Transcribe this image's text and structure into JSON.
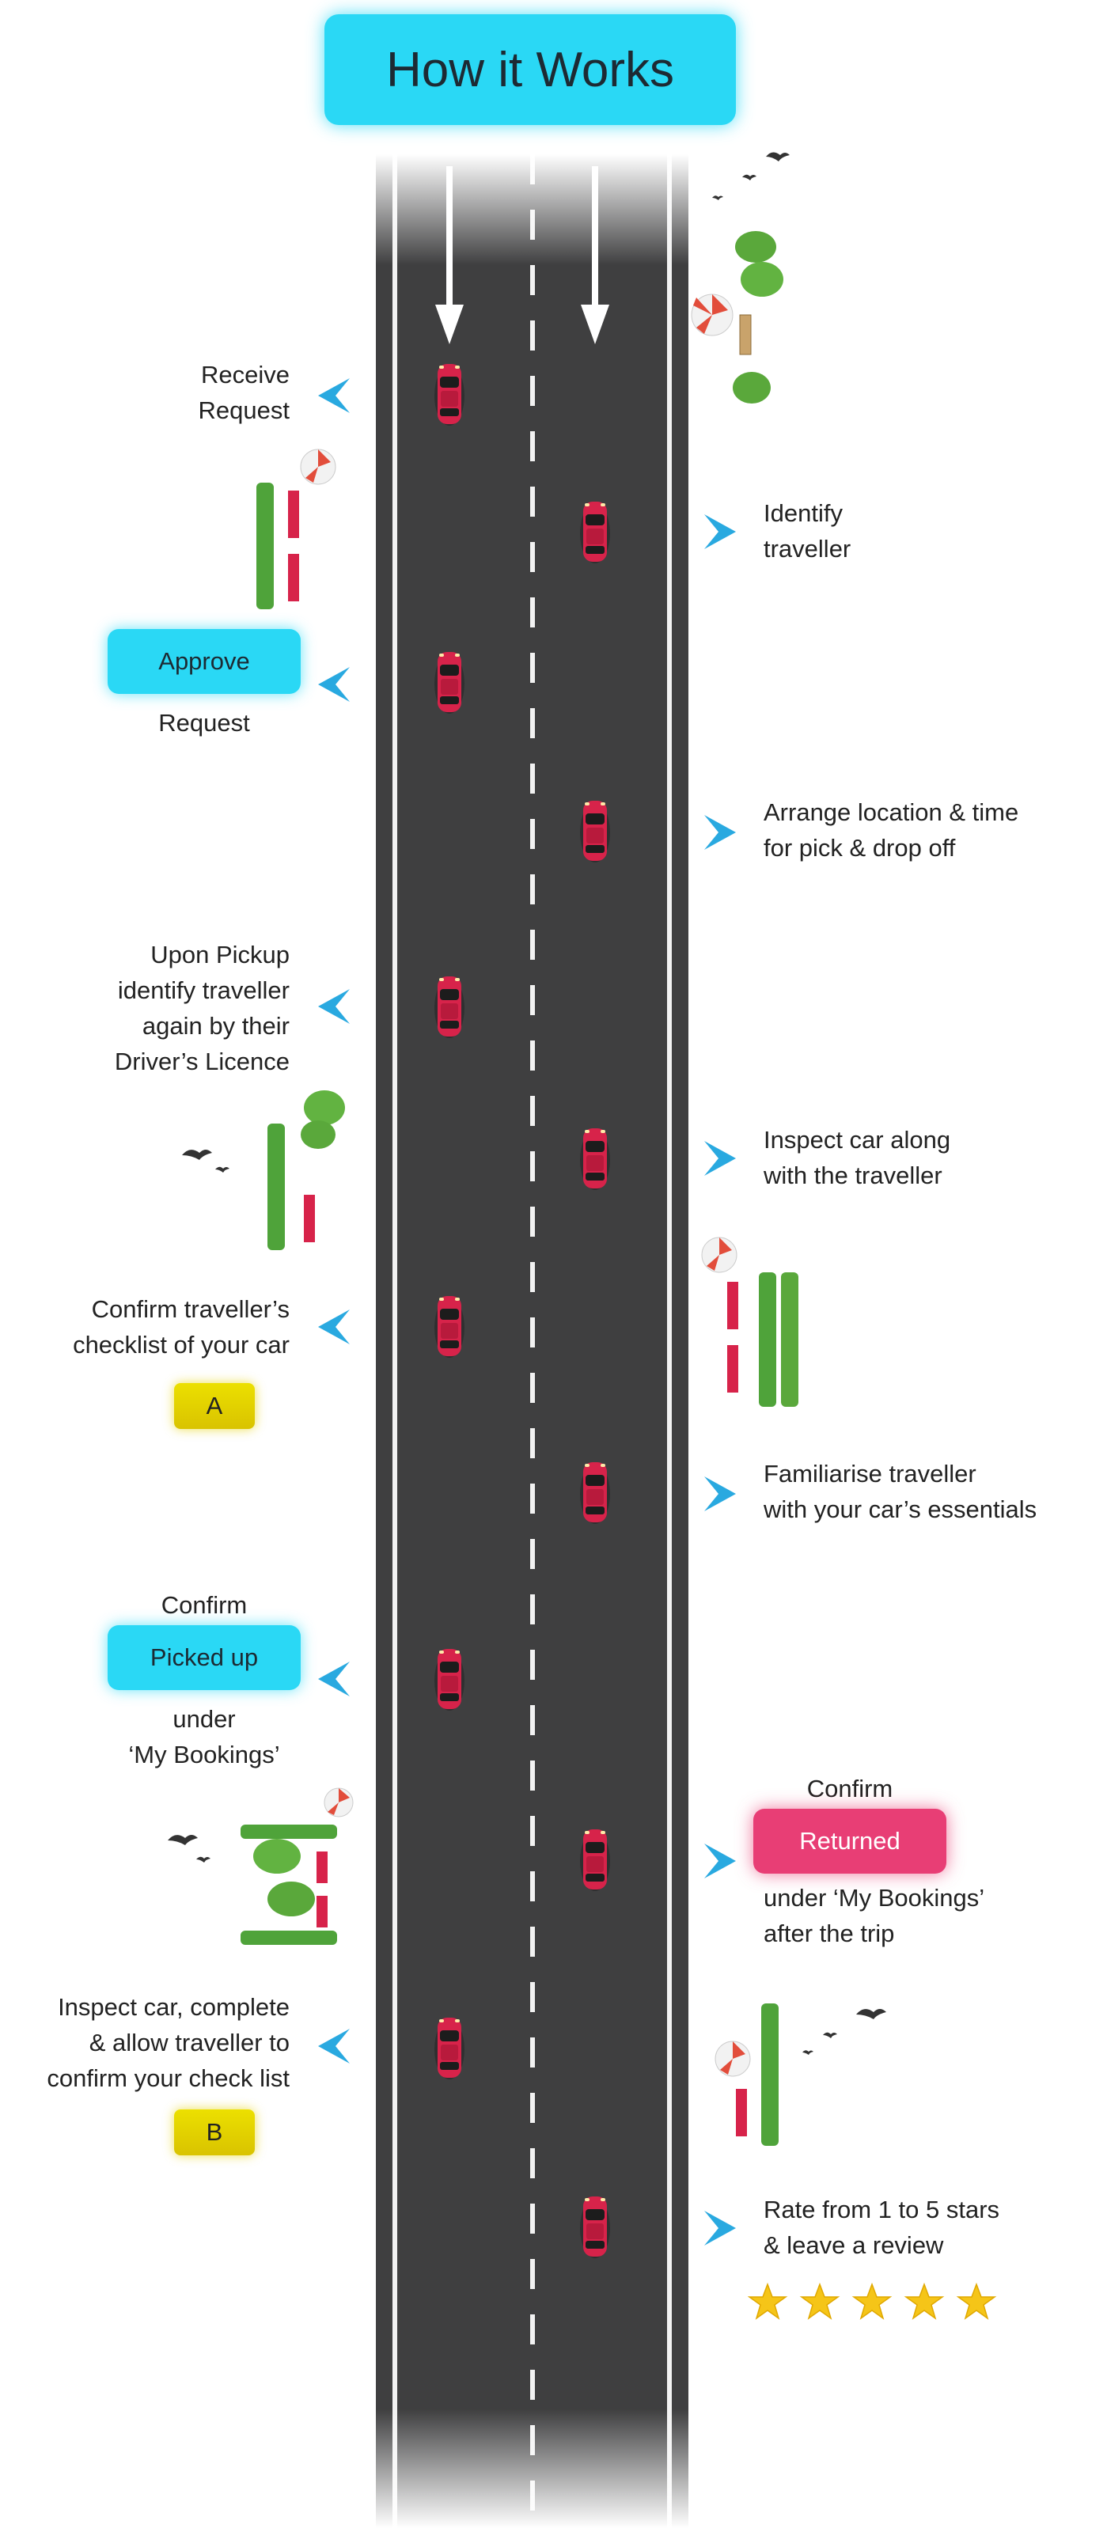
{
  "title": "How it Works",
  "steps": {
    "receive": "Receive\nRequest",
    "identify": "Identify\ntraveller",
    "approve_pill": "Approve",
    "approve_sub": "Request",
    "arrange": "Arrange location & time\nfor pick & drop off",
    "pickup": "Upon Pickup\nidentify traveller\nagain by their\nDriver’s Licence",
    "inspect": "Inspect car along\nwith the traveller",
    "confirm_checklist": "Confirm traveller’s\nchecklist of your car",
    "badge_a": "A",
    "familiarise": "Familiarise traveller\nwith your car’s essentials",
    "confirm_picked_top": "Confirm",
    "picked_pill": "Picked up",
    "picked_sub": "under\n‘My Bookings’",
    "confirm_returned_top": "Confirm",
    "returned_pill": "Returned",
    "returned_sub": "under ‘My Bookings’\nafter the trip",
    "inspect_complete": "Inspect car, complete\n& allow traveller to\nconfirm your check list",
    "badge_b": "B",
    "rate": "Rate from 1 to 5 stars\n& leave a review"
  },
  "colors": {
    "accent_cyan": "#2ad8f5",
    "accent_pink": "#e83e75",
    "badge_yellow": "#e2d100",
    "road": "#3f3f40",
    "chevron": "#29a9e0",
    "car": "#d7234a",
    "star": "#f5c518"
  },
  "rating": {
    "stars": 5,
    "max": 5
  },
  "icons": [
    "chevron-left-icon",
    "chevron-right-icon",
    "car-icon",
    "arrow-down-icon",
    "star-icon",
    "tree-icon",
    "umbrella-icon",
    "bench-icon",
    "bird-icon"
  ]
}
